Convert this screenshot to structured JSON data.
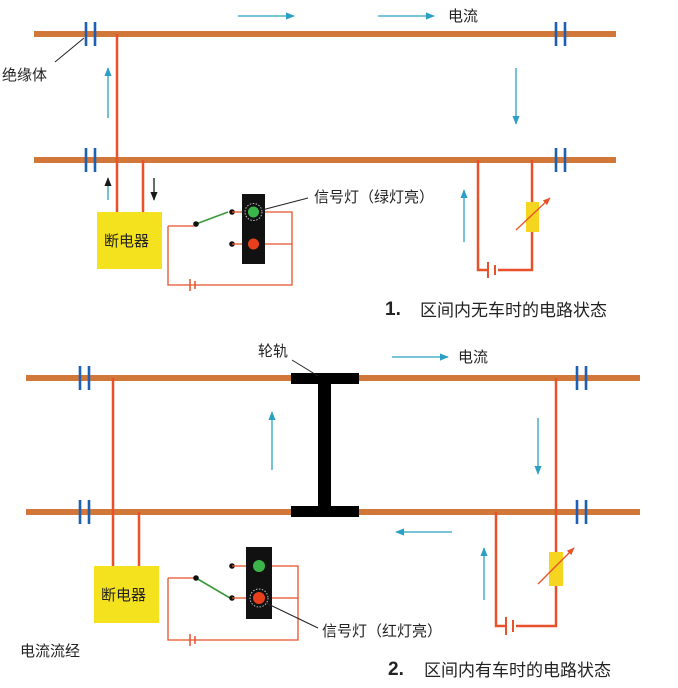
{
  "diagram1": {
    "current_label": "电流",
    "insulator_label": "绝缘体",
    "breaker_label": "断电器",
    "signal_label": "信号灯（绿灯亮）",
    "caption_number": "1.",
    "caption_text": "区间内无车时的电路状态",
    "lit_color": "#3bb54a"
  },
  "diagram2": {
    "wheelset_label": "轮轨",
    "current_label": "电流",
    "breaker_label": "断电器",
    "signal_label": "信号灯（红灯亮）",
    "flow_label": "电流流经",
    "caption_number": "2.",
    "caption_text": "区间内有车时的电路状态",
    "lit_color": "#e8401c"
  },
  "colors": {
    "rail": "#d2773a",
    "wire": "#e8512a",
    "insulator": "#1f5fb3",
    "current_arrow": "#2ba0c4",
    "breaker_box": "#f5e21f",
    "signal_housing": "#111111",
    "green_lamp": "#3bb54a",
    "red_lamp": "#e8401c",
    "resistor": "#f5d51f",
    "wheelset": "#000000"
  }
}
